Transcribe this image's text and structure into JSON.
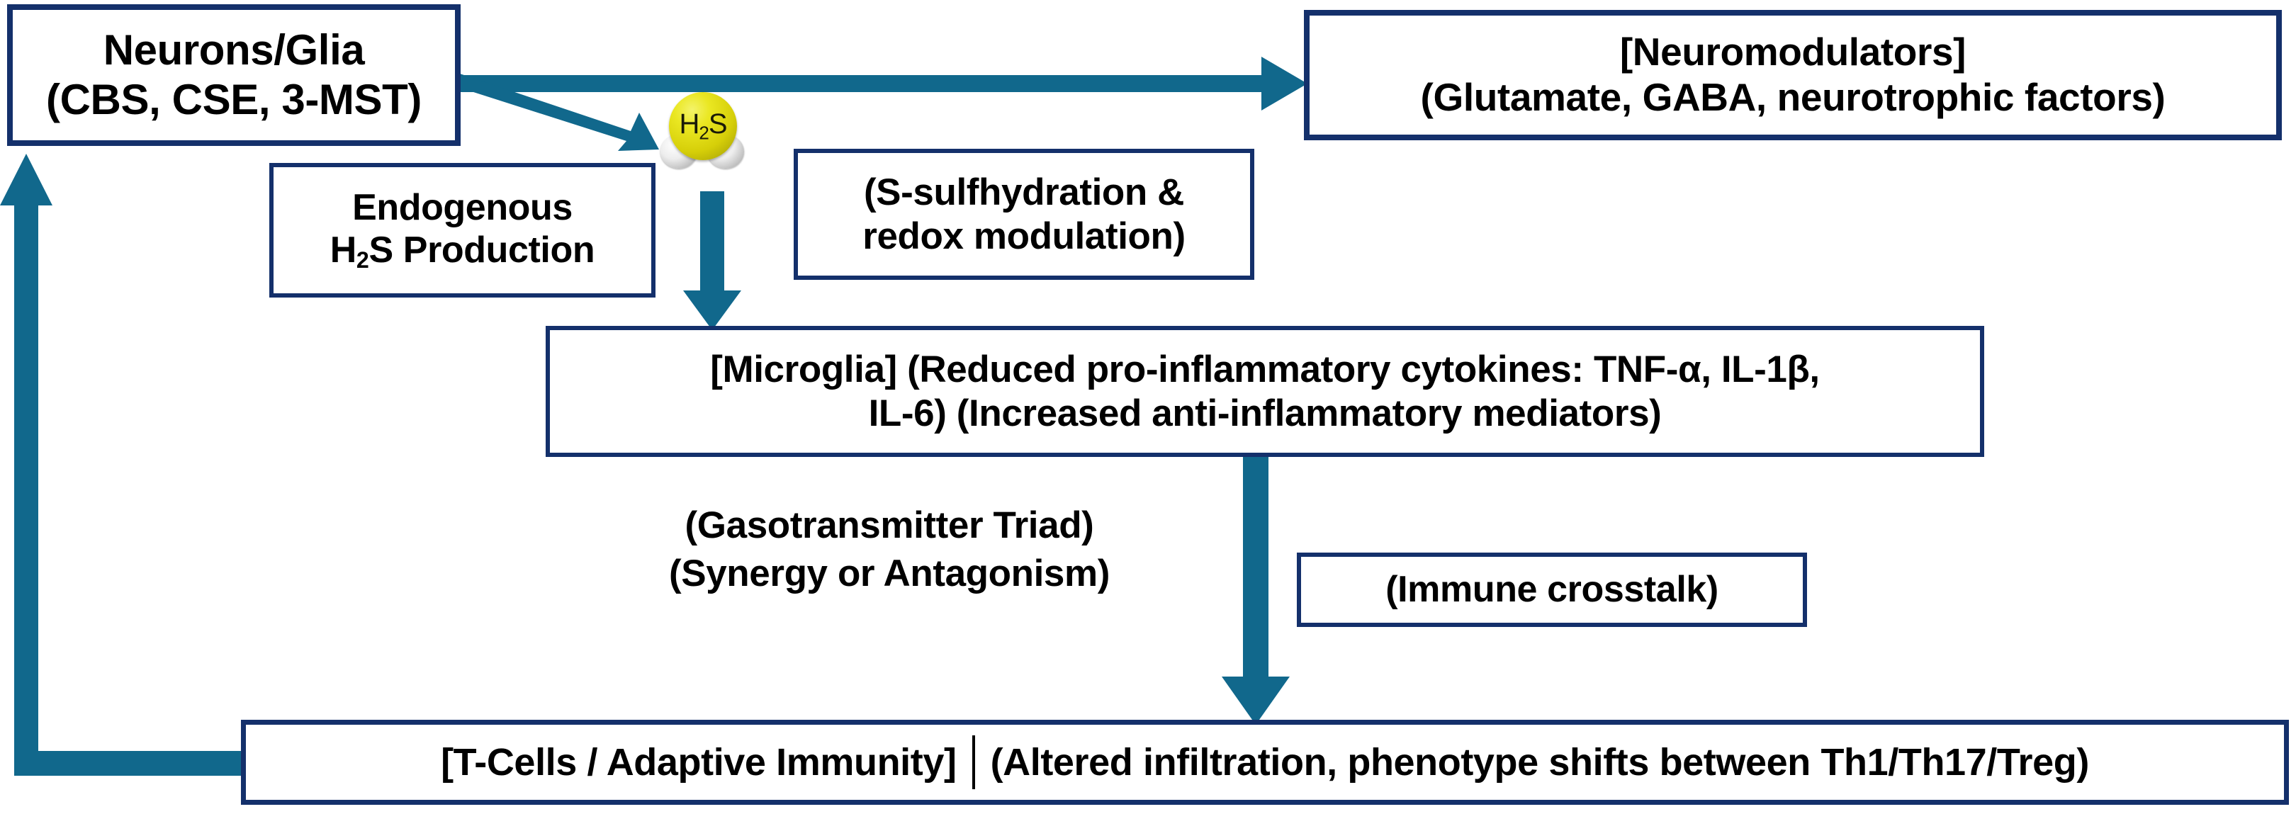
{
  "diagram": {
    "title": "H2S signalling in neuroinflammation pathway diagram",
    "colors": {
      "box_border": "#14306b",
      "arrow": "#11688c",
      "h2s_sphere": "#e3dc10",
      "h2s_lobe": "#e4e4e4",
      "text": "#000000",
      "background": "#ffffff"
    }
  },
  "nodes": {
    "neurons_glia": {
      "line1": "Neurons/Glia",
      "line2": "(CBS, CSE, 3-MST)"
    },
    "neuromodulators": {
      "line1": "[Neuromodulators]",
      "line2": "(Glutamate, GABA, neurotrophic factors)"
    },
    "endogenous_production": {
      "line1": "Endogenous",
      "line2_pre": "H",
      "line2_sub": "2",
      "line2_post": "S Production"
    },
    "sulfhydration": {
      "line1": "(S-sulfhydration &",
      "line2": "redox modulation)"
    },
    "microglia": {
      "line1": "[Microglia] (Reduced pro-inflammatory cytokines: TNF-α, IL-1β,",
      "line2": "IL-6) (Increased anti-inflammatory mediators)"
    },
    "immune_crosstalk": {
      "label": "(Immune crosstalk)"
    },
    "tcells": {
      "left_label": "[T-Cells / Adaptive Immunity]",
      "right_label": "(Altered infiltration, phenotype shifts between Th1/Th17/Treg)"
    }
  },
  "labels": {
    "gasotransmitter": {
      "line1": "(Gasotransmitter Triad)",
      "line2": "(Synergy or Antagonism)"
    }
  },
  "molecule": {
    "name": "h2s-molecule",
    "formula_pre": "H",
    "formula_sub": "2",
    "formula_post": "S"
  },
  "edges": [
    {
      "name": "neurons-to-neuromodulators",
      "from": "neurons_glia",
      "to": "neuromodulators",
      "direction": "right"
    },
    {
      "name": "neurons-to-h2s",
      "from": "neurons_glia",
      "to": "h2s_molecule",
      "direction": "diagonal-down-right"
    },
    {
      "name": "h2s-to-microglia",
      "from": "h2s_molecule",
      "to": "microglia",
      "direction": "down"
    },
    {
      "name": "microglia-to-tcells",
      "from": "microglia",
      "to": "tcells",
      "direction": "down"
    },
    {
      "name": "tcells-to-neurons-feedback",
      "from": "tcells",
      "to": "neurons_glia",
      "direction": "left-up"
    }
  ]
}
